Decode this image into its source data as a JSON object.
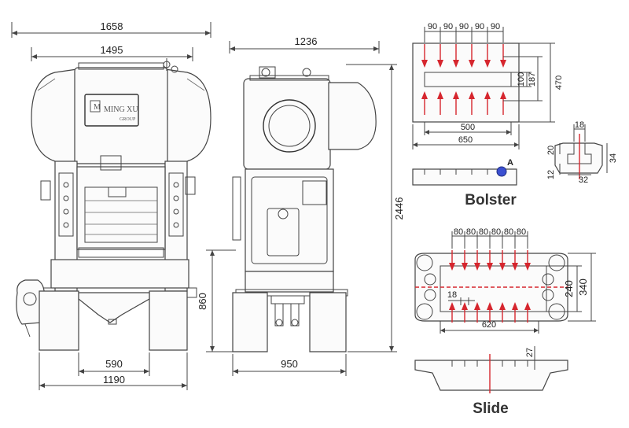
{
  "front_view": {
    "overall_width": "1658",
    "body_width": "1495",
    "base_inner_width": "590",
    "base_outer_width": "1190",
    "logo_brand": "MING XU",
    "logo_sub": "GROUP"
  },
  "side_view": {
    "depth": "1236",
    "height": "2446",
    "bed_height": "860",
    "base_depth": "950"
  },
  "bolster": {
    "title": "Bolster",
    "slot_pitches": [
      "90",
      "90",
      "90",
      "90",
      "90"
    ],
    "slot_offset": "100",
    "slot_span": "187",
    "depth": "470",
    "slot_length": "500",
    "width": "650",
    "section_label": "A",
    "section_top_width": "18",
    "section_depth": "20",
    "section_bottom_width": "32",
    "section_height": "34",
    "section_lip": "12"
  },
  "slide": {
    "title": "Slide",
    "slot_pitches": [
      "80",
      "80",
      "80",
      "80",
      "80",
      "80"
    ],
    "slot_span": "240",
    "depth": "340",
    "slot_width": "18",
    "width": "620",
    "thickness": "27"
  },
  "colors": {
    "line": "#444444",
    "accent": "#d6262e",
    "section_badge": "#3a4fd1"
  }
}
